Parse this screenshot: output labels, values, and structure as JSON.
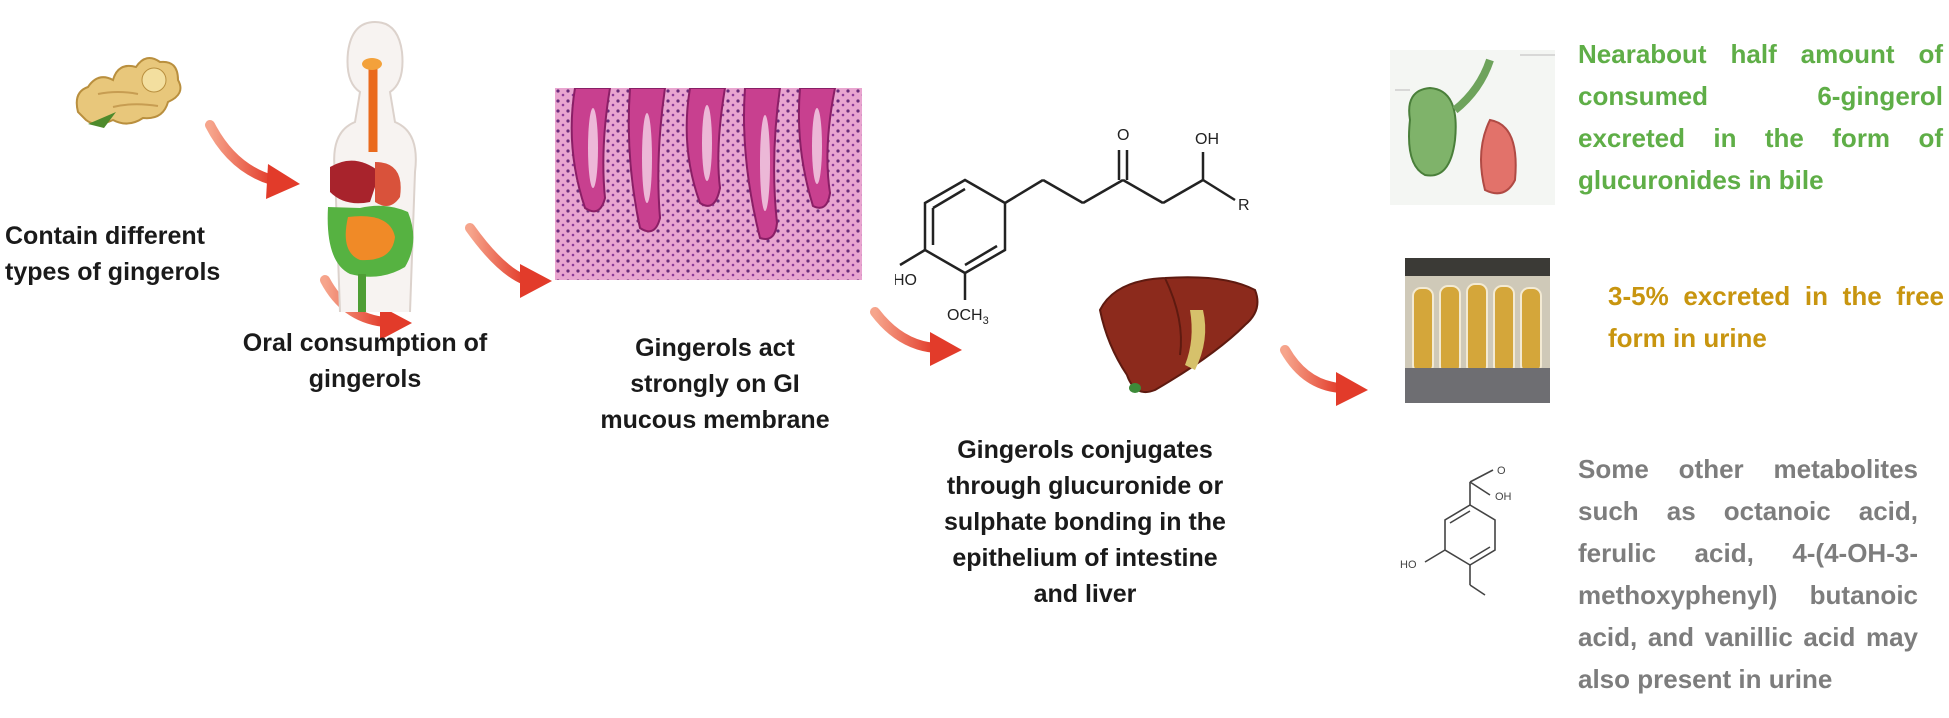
{
  "colors": {
    "arrow": "#e23b2a",
    "bile_text": "#5fae47",
    "urine_text": "#c8950f",
    "metabolite_text": "#7d7d7d",
    "label_text": "#1a1a1a"
  },
  "steps": {
    "ginger": {
      "label": "Contain different types of gingerols",
      "icon": "ginger-root-icon"
    },
    "oral": {
      "label": "Oral consumption of gingerols",
      "icon": "digestive-system-icon"
    },
    "gi": {
      "label": "Gingerols act strongly on GI mucous membrane",
      "icon": "gi-mucosa-histology-icon"
    },
    "conjugation": {
      "label": "Gingerols conjugates through glucuronide or sulphate bonding in the epithelium of intestine and liver",
      "icon": "liver-icon"
    }
  },
  "structure": {
    "atoms": {
      "carbonyl_o": "O",
      "hydroxyl": "OH",
      "r_group": "R",
      "phenol": "HO",
      "methoxy": "OCH3"
    }
  },
  "outcomes": {
    "bile": {
      "text": "Nearabout half amount of consumed 6-gingerol excreted in the form of glucuronides in bile",
      "icon": "gallbladder-icon"
    },
    "urine": {
      "text": "3-5% excreted in the free form in urine",
      "icon": "urine-test-tubes-icon"
    },
    "metabolites": {
      "text": "Some other metabolites such as octanoic acid, ferulic acid, 4-(4-OH-3-methoxyphenyl) butanoic acid, and vanillic acid may also present in urine",
      "icon": "vanillic-acid-structure-icon"
    }
  }
}
